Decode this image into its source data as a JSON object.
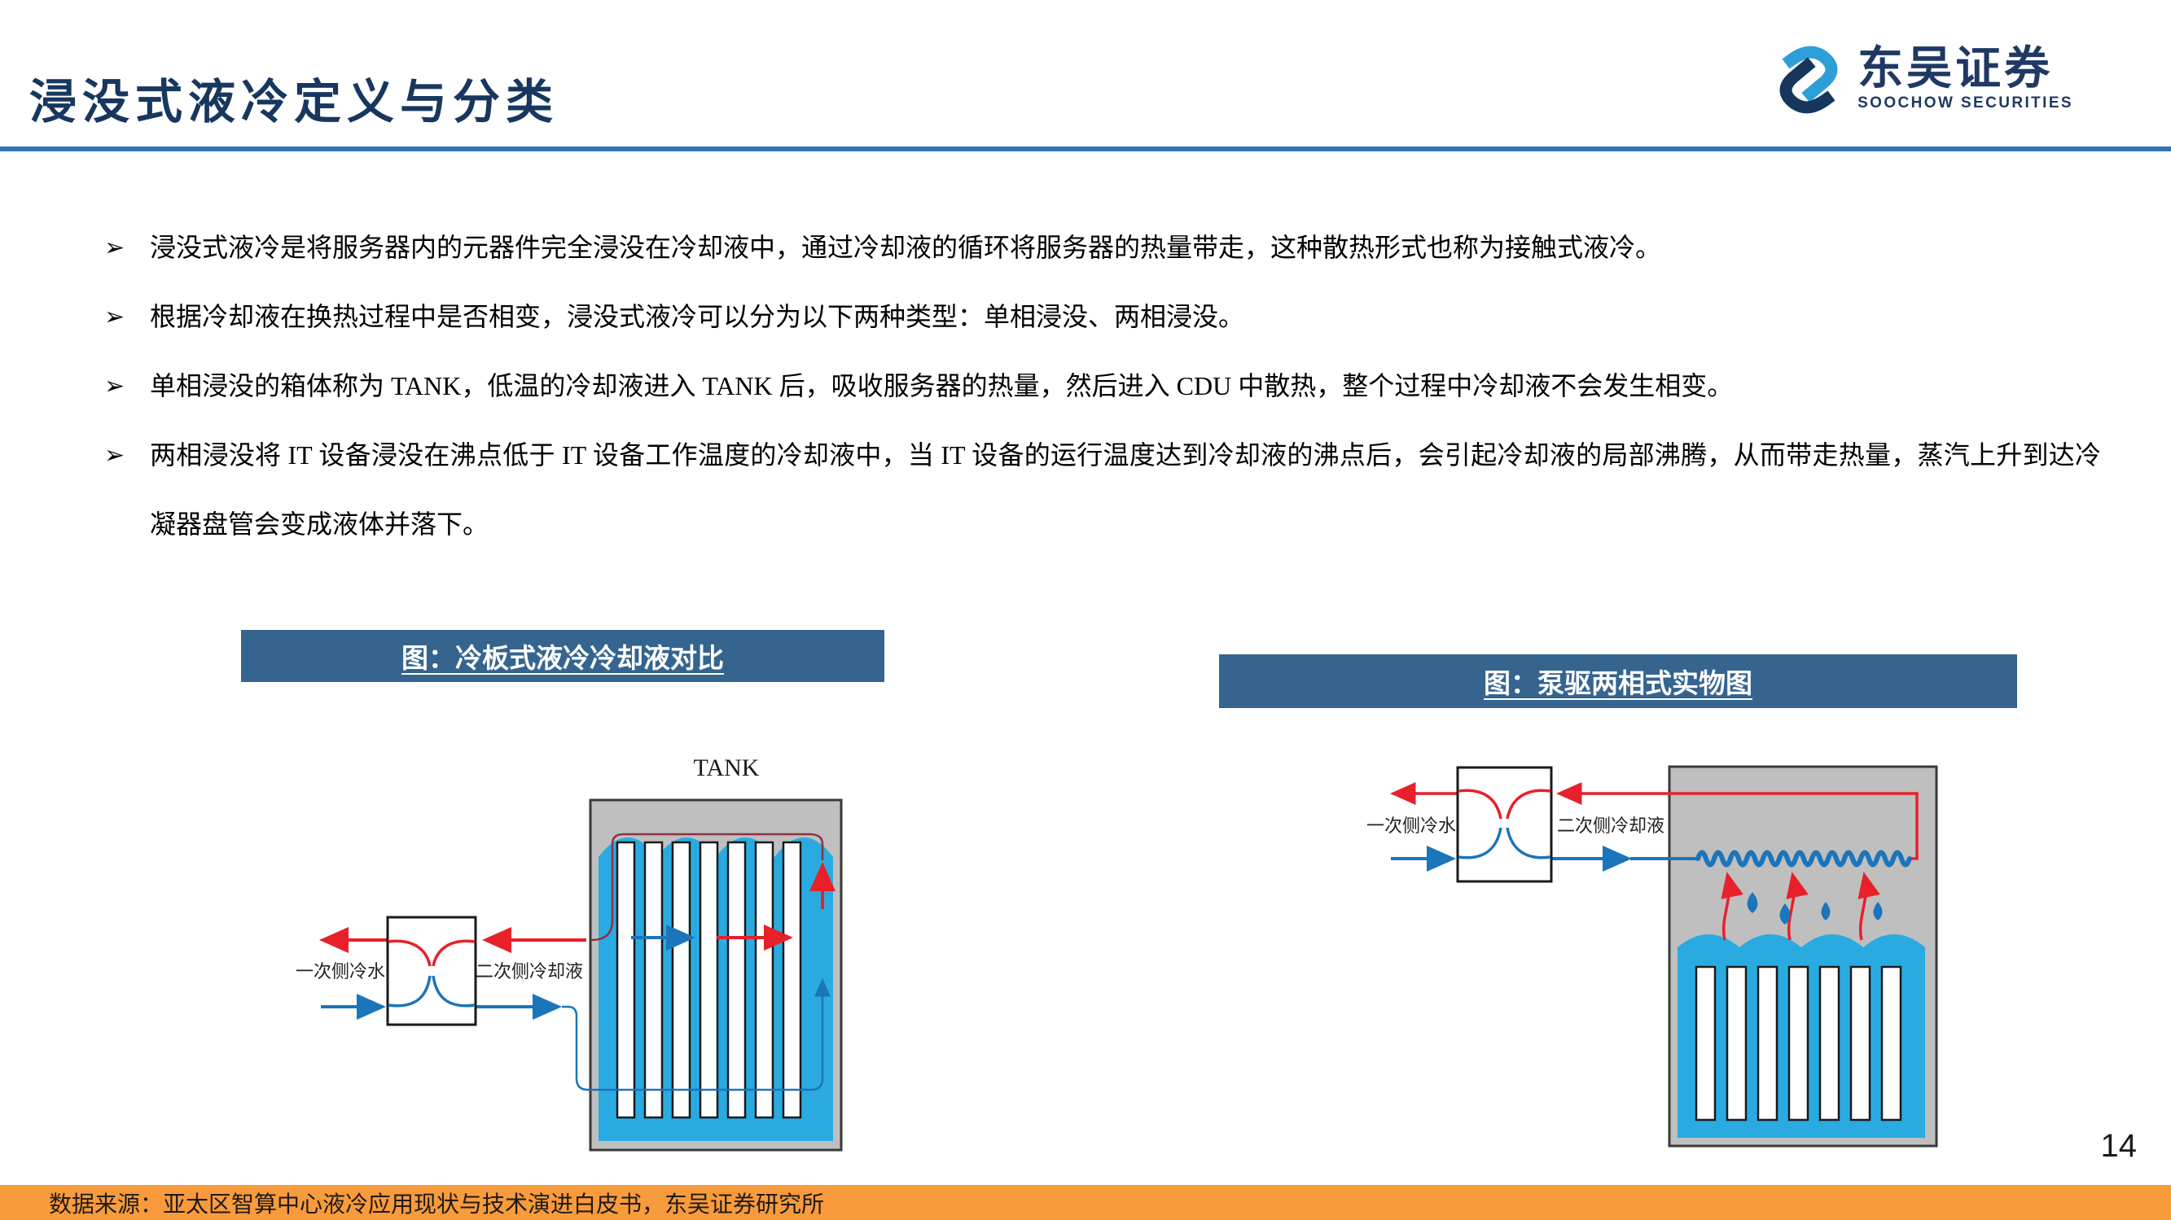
{
  "header": {
    "title": "浸没式液冷定义与分类",
    "logo_cn": "东吴证券",
    "logo_en": "SOOCHOW SECURITIES"
  },
  "bullets": {
    "marker": "➢",
    "items": [
      "浸没式液冷是将服务器内的元器件完全浸没在冷却液中，通过冷却液的循环将服务器的热量带走，这种散热形式也称为接触式液冷。",
      "根据冷却液在换热过程中是否相变，浸没式液冷可以分为以下两种类型：单相浸没、两相浸没。",
      "单相浸没的箱体称为 TANK，低温的冷却液进入 TANK 后，吸收服务器的热量，然后进入 CDU 中散热，整个过程中冷却液不会发生相变。",
      "两相浸没将 IT 设备浸没在沸点低于 IT 设备工作温度的冷却液中，当 IT 设备的运行温度达到冷却液的沸点后，会引起冷却液的局部沸腾，从而带走热量，蒸汽上升到达冷凝器盘管会变成液体并落下。"
    ]
  },
  "figure_left": {
    "caption": "图：冷板式液冷冷却液对比",
    "tank_label": "TANK",
    "label_primary": "一次侧冷水",
    "label_secondary": "二次侧冷却液"
  },
  "figure_right": {
    "caption": "图：泵驱两相式实物图",
    "label_primary": "一次侧冷水",
    "label_secondary": "二次侧冷却液"
  },
  "footer": {
    "source": "数据来源：亚太区智算中心液冷应用现状与技术演进白皮书，东吴证券研究所"
  },
  "page_number": "14",
  "colors": {
    "title": "#17375E",
    "divider": "#2E75B6",
    "caption_bg": "#35648F",
    "accent_red": "#E8202A",
    "accent_blue": "#1B75BB",
    "liquid": "#29ABE2",
    "tank_gray": "#BFBFBF",
    "footer_bg": "#F89B3C"
  }
}
